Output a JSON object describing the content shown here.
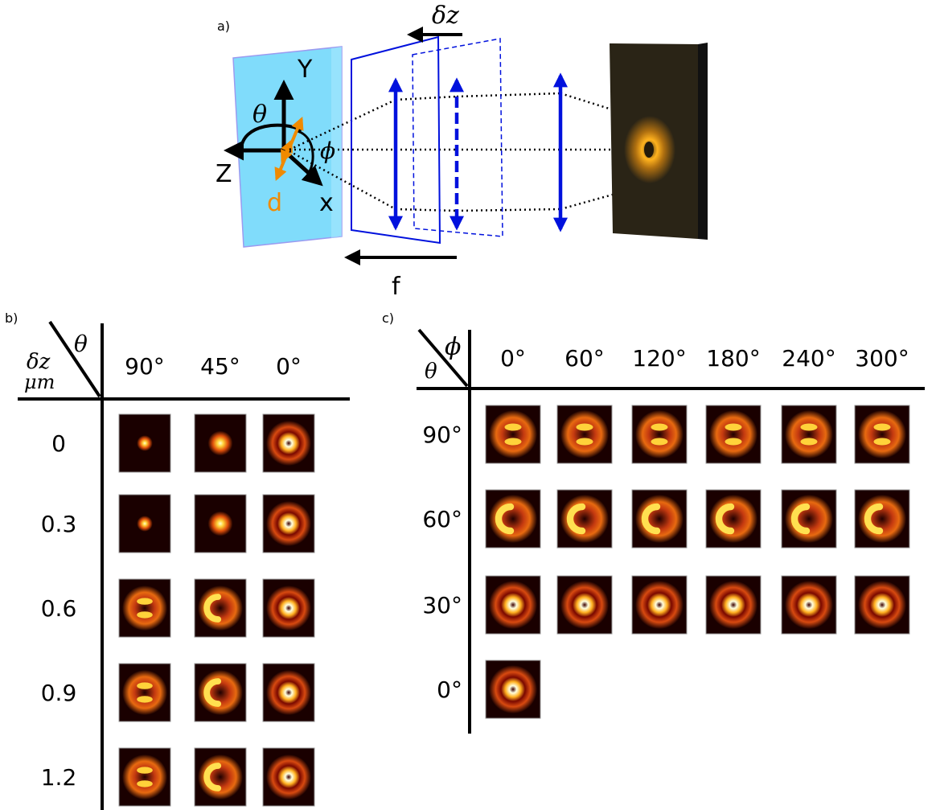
{
  "panel_labels": {
    "a": "a)",
    "b": "b)",
    "c": "c)"
  },
  "setup": {
    "axis_y": "Y",
    "axis_z": "Z",
    "axis_x": "x",
    "dipole_label": "d",
    "theta_symbol": "θ",
    "phi_symbol": "ϕ",
    "delta_z_label": "δz",
    "focal_label": "f",
    "colors": {
      "sample": "#80dcfb",
      "lens": "#0011dd",
      "dipole": "#f08a00",
      "camera_bg": "#2a2416",
      "spot": "#ffb21e"
    }
  },
  "table_b": {
    "corner_top": "θ",
    "corner_bottom_1": "δz",
    "corner_bottom_2": "μm",
    "columns": [
      "90°",
      "45°",
      "0°"
    ],
    "rows": [
      "0",
      "0.3",
      "0.6",
      "0.9",
      "1.2"
    ]
  },
  "table_c": {
    "corner_top": "ϕ",
    "corner_bottom": "θ",
    "columns": [
      "0°",
      "60°",
      "120°",
      "180°",
      "240°",
      "300°"
    ],
    "rows": [
      "90°",
      "60°",
      "30°",
      "0°"
    ]
  }
}
